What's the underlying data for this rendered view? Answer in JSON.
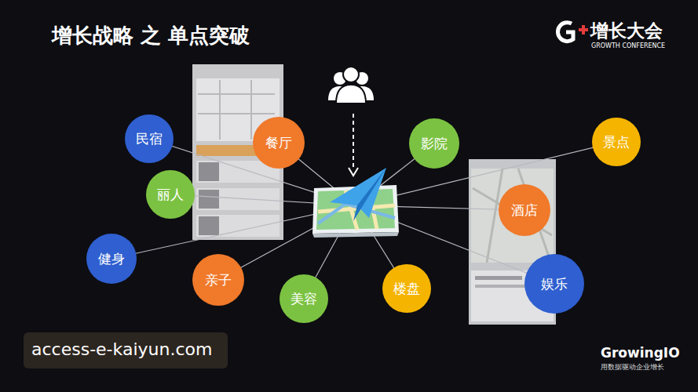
{
  "diagram": {
    "title": "增长战略 之 单点突破",
    "nodes": [
      {
        "text": [
          "民宿"
        ]
      },
      {
        "text": [
          "餐厅"
        ]
      },
      {
        "text": [
          "影院"
        ]
      },
      {
        "text": [
          "景点"
        ]
      },
      {
        "text": [
          "丽人"
        ]
      },
      {
        "text": [
          "酒店"
        ]
      },
      {
        "text": [
          "健身"
        ]
      },
      {
        "text": [
          "亲子"
        ]
      },
      {
        "text": [
          "美容"
        ]
      },
      {
        "text": [
          "楼盘"
        ]
      },
      {
        "text": [
          "娱乐"
        ]
      }
    ],
    "labels": [
      "增长大会",
      "GROWTH CONFERENCE",
      "access-e-kaiyun.com",
      "GrowingIO",
      "用数据驱动企业增长"
    ]
  }
}
